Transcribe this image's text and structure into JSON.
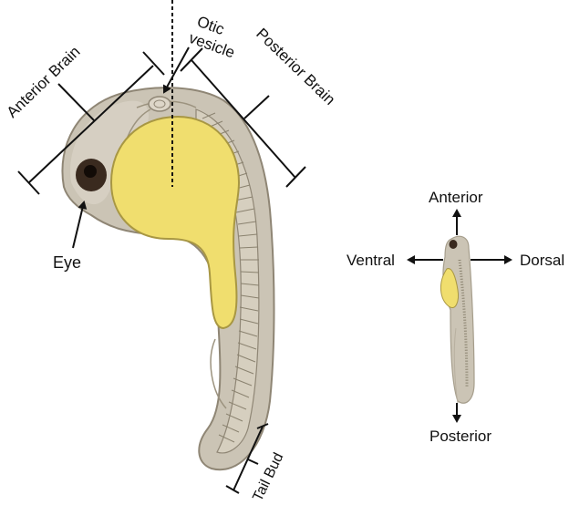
{
  "labels": {
    "anterior_brain": "Anterior Brain",
    "posterior_brain": "Posterior Brain",
    "otic_vesicle_line1": "Otic",
    "otic_vesicle_line2": "vesicle",
    "eye": "Eye",
    "tail_bud": "Tail Bud"
  },
  "orientation": {
    "anterior": "Anterior",
    "posterior": "Posterior",
    "ventral": "Ventral",
    "dorsal": "Dorsal"
  },
  "colors": {
    "body_fill": "#cbc4b5",
    "body_stroke": "#8f8675",
    "yolk_fill": "#f0de6e",
    "yolk_stroke": "#a89743",
    "eye_fill": "#3a2a1f",
    "somite_stroke": "#8a826f",
    "bracket": "#111111"
  }
}
